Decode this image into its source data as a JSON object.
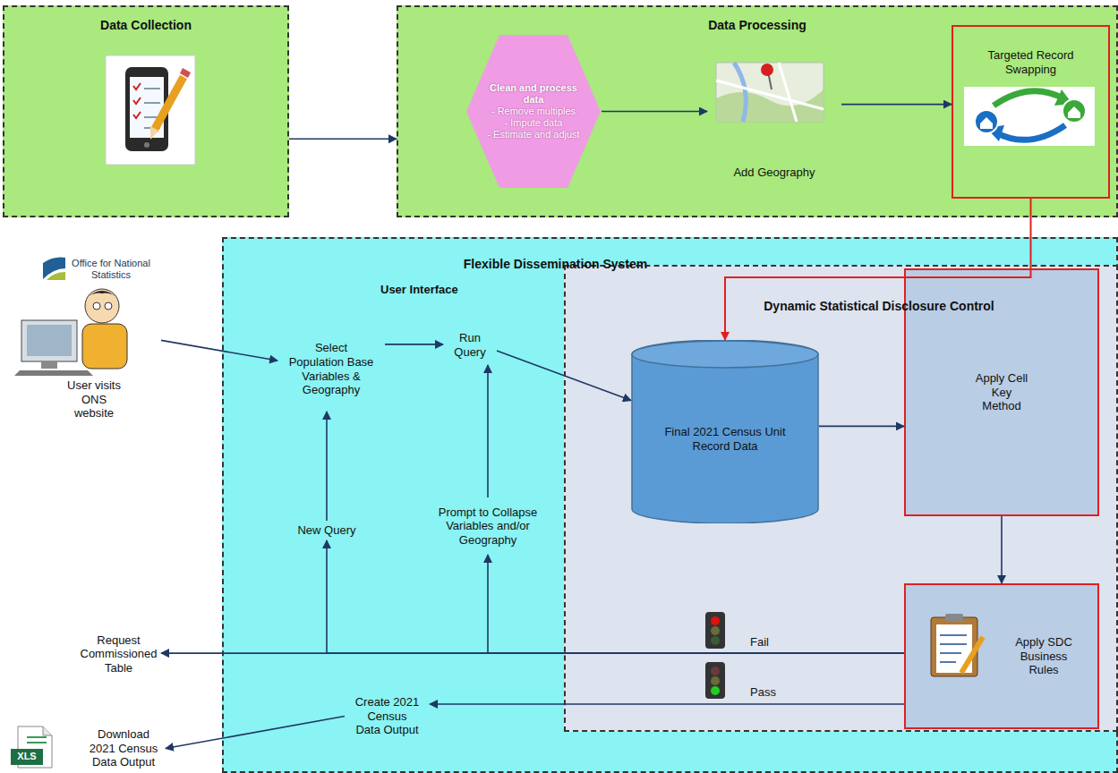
{
  "diagram": {
    "nodes": [
      {
        "text": [
          "Data Collection"
        ]
      },
      {
        "text": [
          "Data Processing"
        ]
      },
      {
        "text": [
          "Clean and process data",
          "- Remove multiples",
          "- Impute data",
          "- Estimate and adjust"
        ],
        "in": 1
      },
      {
        "text": [
          "Add Geography"
        ],
        "in": 1
      },
      {
        "text": [
          "Targeted Record Swapping"
        ],
        "in": 1
      },
      {
        "text": [
          "User visits ONS website"
        ]
      },
      {
        "text": [
          "Flexible Dissemination System"
        ]
      },
      {
        "text": [
          "Select Population Base Variables & Geography"
        ],
        "in": 6
      },
      {
        "text": [
          "Run Query"
        ],
        "in": 6
      },
      {
        "text": [
          "Dynamic Statistical Disclosure Control"
        ],
        "in": 6
      },
      {
        "text": [
          "Final 2021 Census Unit Record Data"
        ],
        "in": 9
      },
      {
        "text": [
          "Apply Cell Key Method"
        ],
        "in": 9
      },
      {
        "text": [
          "New Query"
        ],
        "in": 6
      },
      {
        "text": [
          "Prompt to Collapse Variables and/or Geography"
        ],
        "in": 6
      },
      {
        "text": [
          "Request Commissioned Table"
        ]
      },
      {
        "text": [
          "Apply SDC Business Rules"
        ],
        "in": 9
      },
      {
        "text": [
          "Create 2021 Census Data Output"
        ],
        "in": 6
      },
      {
        "text": [
          "Download 2021 Census Data Output"
        ]
      }
    ],
    "edges": [
      {
        "from": 0,
        "to": 1,
        "arrow": "to"
      },
      {
        "from": 2,
        "to": 3,
        "arrow": "to"
      },
      {
        "from": 3,
        "to": 4,
        "arrow": "to"
      },
      {
        "from": 4,
        "to": 10,
        "arrow": "to"
      },
      {
        "from": 5,
        "to": 7,
        "arrow": "to"
      },
      {
        "from": 7,
        "to": 8,
        "arrow": "to"
      },
      {
        "from": 8,
        "to": 10,
        "arrow": "to"
      },
      {
        "from": 10,
        "to": 11,
        "arrow": "to"
      },
      {
        "from": 11,
        "to": 15,
        "arrow": "to"
      },
      {
        "from": 12,
        "to": 7,
        "arrow": "to"
      },
      {
        "from": 13,
        "to": 8,
        "arrow": "to"
      },
      {
        "from": 15,
        "to": 14,
        "arrow": "to"
      },
      {
        "from": 15,
        "to": 12,
        "arrow": "to"
      },
      {
        "from": 15,
        "to": 13,
        "arrow": "to"
      },
      {
        "from": 15,
        "to": 16,
        "arrow": "to"
      },
      {
        "from": 16,
        "to": 17,
        "arrow": "to"
      }
    ],
    "labels": [
      "Office for National Statistics",
      "User Interface",
      "Fail",
      "Pass",
      "XLS"
    ]
  }
}
